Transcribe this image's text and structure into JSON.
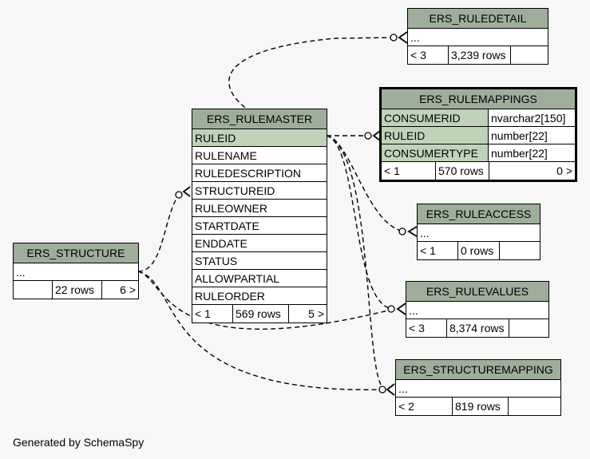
{
  "footer_text": "Generated by SchemaSpy",
  "tables": {
    "ruledetail": {
      "name": "ERS_RULEDETAIL",
      "rows": [
        "..."
      ],
      "foot": [
        "< 3",
        "3,239 rows",
        ""
      ]
    },
    "rulemappings": {
      "name": "ERS_RULEMAPPINGS",
      "columns": [
        {
          "name": "CONSUMERID",
          "type": "nvarchar2[150]"
        },
        {
          "name": "RULEID",
          "type": "number[22]"
        },
        {
          "name": "CONSUMERTYPE",
          "type": "number[22]"
        }
      ],
      "foot": [
        "< 1",
        "570 rows",
        "0 >"
      ]
    },
    "rulemaster": {
      "name": "ERS_RULEMASTER",
      "rows": [
        "RULEID",
        "RULENAME",
        "RULEDESCRIPTION",
        "STRUCTUREID",
        "RULEOWNER",
        "STARTDATE",
        "ENDDATE",
        "STATUS",
        "ALLOWPARTIAL",
        "RULEORDER"
      ],
      "foot": [
        "< 1",
        "569 rows",
        "5 >"
      ]
    },
    "ruleaccess": {
      "name": "ERS_RULEACCESS",
      "rows": [
        "..."
      ],
      "foot": [
        "< 1",
        "0 rows",
        ""
      ]
    },
    "structure": {
      "name": "ERS_STRUCTURE",
      "rows": [
        "..."
      ],
      "foot": [
        "",
        "22 rows",
        "6 >"
      ]
    },
    "rulevalues": {
      "name": "ERS_RULEVALUES",
      "rows": [
        "..."
      ],
      "foot": [
        "< 3",
        "8,374 rows",
        ""
      ]
    },
    "structuremapping": {
      "name": "ERS_STRUCTUREMAPPING",
      "rows": [
        "..."
      ],
      "foot": [
        "< 2",
        "819 rows",
        ""
      ]
    }
  }
}
